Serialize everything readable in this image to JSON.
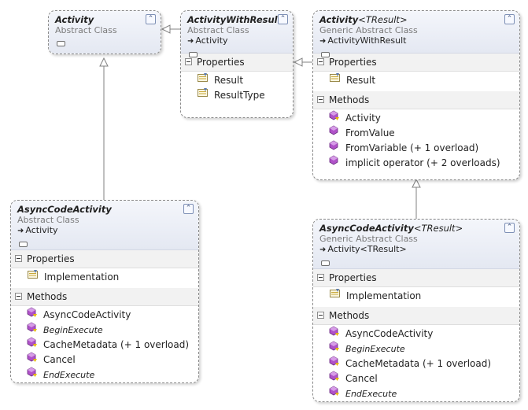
{
  "classes": {
    "activity": {
      "name": "Activity",
      "kind": "Abstract Class"
    },
    "activity_with_result": {
      "name": "ActivityWithResult",
      "kind": "Abstract Class",
      "base": "Activity",
      "sections": {
        "properties": {
          "label": "Properties",
          "items": [
            "Result",
            "ResultType"
          ]
        }
      }
    },
    "activity_tresult": {
      "name": "Activity",
      "type_param": "<TResult>",
      "kind": "Generic Abstract Class",
      "base": "ActivityWithResult",
      "sections": {
        "properties": {
          "label": "Properties",
          "items": [
            "Result"
          ]
        },
        "methods": {
          "label": "Methods",
          "items": [
            "Activity",
            "FromValue",
            "FromVariable (+ 1 overload)",
            "implicit operator (+ 2 overloads)"
          ]
        }
      }
    },
    "async_code_activity": {
      "name": "AsyncCodeActivity",
      "kind": "Abstract Class",
      "base": "Activity",
      "sections": {
        "properties": {
          "label": "Properties",
          "items": [
            "Implementation"
          ]
        },
        "methods": {
          "label": "Methods",
          "items": [
            "AsyncCodeActivity",
            "BeginExecute",
            "CacheMetadata (+ 1 overload)",
            "Cancel",
            "EndExecute"
          ]
        }
      }
    },
    "async_code_activity_tresult": {
      "name": "AsyncCodeActivity",
      "type_param": "<TResult>",
      "kind": "Generic Abstract Class",
      "base": "Activity<TResult>",
      "sections": {
        "properties": {
          "label": "Properties",
          "items": [
            "Implementation"
          ]
        },
        "methods": {
          "label": "Methods",
          "items": [
            "AsyncCodeActivity",
            "BeginExecute",
            "CacheMetadata (+ 1 overload)",
            "Cancel",
            "EndExecute"
          ]
        }
      }
    }
  },
  "icons": {
    "collapse": "double-chevron-up-icon",
    "property": "property-icon",
    "method": "method-icon",
    "inheritance": "inheritance-arrow-icon"
  },
  "colors": {
    "header_bg": "#e4e8f2",
    "method_icon": "#9b3fb5",
    "property_icon": "#c9a93a",
    "border": "#8a8a8a"
  }
}
